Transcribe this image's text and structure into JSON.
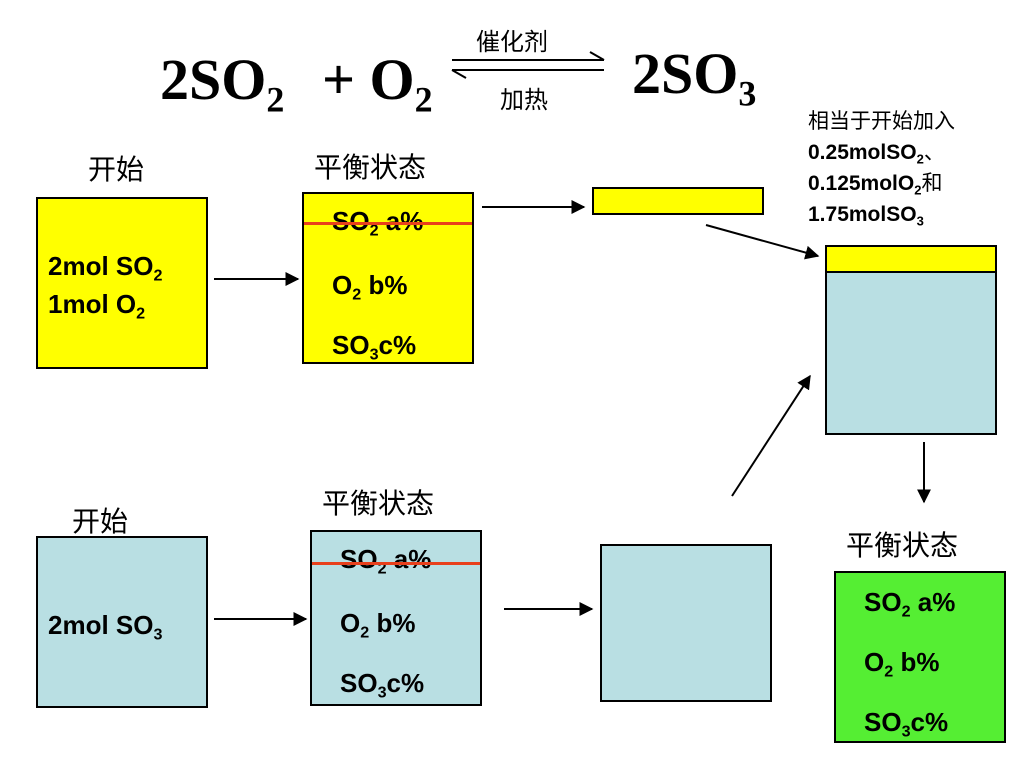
{
  "equation": {
    "reactant1_coef": "2SO",
    "reactant1_sub": "2",
    "plus": "+ O",
    "reactant2_sub": "2",
    "catalyst": "催化剂",
    "condition": "加热",
    "product_coef": "2SO",
    "product_sub": "3"
  },
  "top_row": {
    "start_label": "开始",
    "start_box": {
      "line1": "2mol SO",
      "line1_sub": "2",
      "line2": "1mol O",
      "line2_sub": "2"
    },
    "equilibrium_label": "平衡状态",
    "equilibrium_box": {
      "so2": "SO",
      "so2_sub": "2",
      "so2_val": "a%",
      "o2": "O",
      "o2_sub": "2",
      "o2_val": "b%",
      "so3": "SO",
      "so3_sub": "3",
      "so3_val": "c%"
    }
  },
  "note": {
    "line1": "相当于开始加入",
    "line2": "0.25molSO",
    "line2_sub": "2",
    "line2_end": "、",
    "line3": "0.125molO",
    "line3_sub": "2",
    "line3_end": "和",
    "line4": "1.75molSO",
    "line4_sub": "3"
  },
  "bottom_row": {
    "start_label": "开始",
    "start_box": {
      "line1": "2mol SO",
      "line1_sub": "3"
    },
    "equilibrium_label": "平衡状态",
    "equilibrium_box": {
      "so2": "SO",
      "so2_sub": "2",
      "so2_val": "a%",
      "o2": "O",
      "o2_sub": "2",
      "o2_val": "b%",
      "so3": "SO",
      "so3_sub": "3",
      "so3_val": "c%"
    }
  },
  "final": {
    "equilibrium_label": "平衡状态",
    "box": {
      "so2": "SO",
      "so2_sub": "2",
      "so2_val": "a%",
      "o2": "O",
      "o2_sub": "2",
      "o2_val": "b%",
      "so3": "SO",
      "so3_sub": "3",
      "so3_val": "c%"
    }
  },
  "colors": {
    "yellow": "#ffff00",
    "light_blue": "#b9dfe3",
    "green": "#55ee33",
    "strike_red": "#e8401c"
  }
}
